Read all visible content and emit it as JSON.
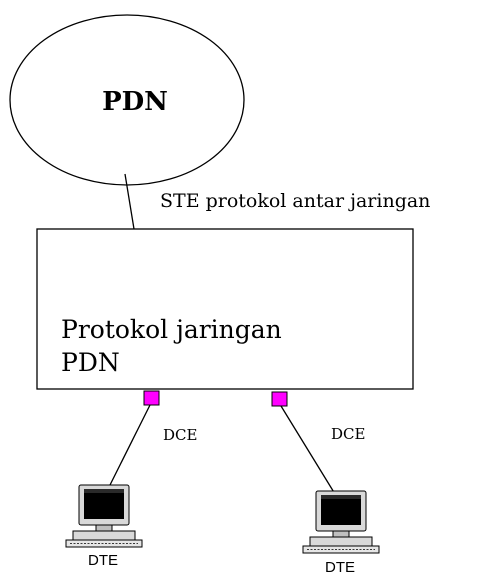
{
  "cloud": {
    "label": "PDN"
  },
  "link_label": "STE protokol antar jaringan",
  "box": {
    "line1": "Protokol jaringan",
    "line2": "PDN"
  },
  "ports": [
    {
      "label": "DCE"
    },
    {
      "label": "DCE"
    }
  ],
  "terminals": [
    {
      "label": "DTE",
      "icon": "computer-terminal-icon"
    },
    {
      "label": "DTE",
      "icon": "computer-terminal-icon"
    }
  ],
  "colors": {
    "port_fill": "#ff00ff",
    "line": "#000000",
    "background": "#ffffff"
  }
}
